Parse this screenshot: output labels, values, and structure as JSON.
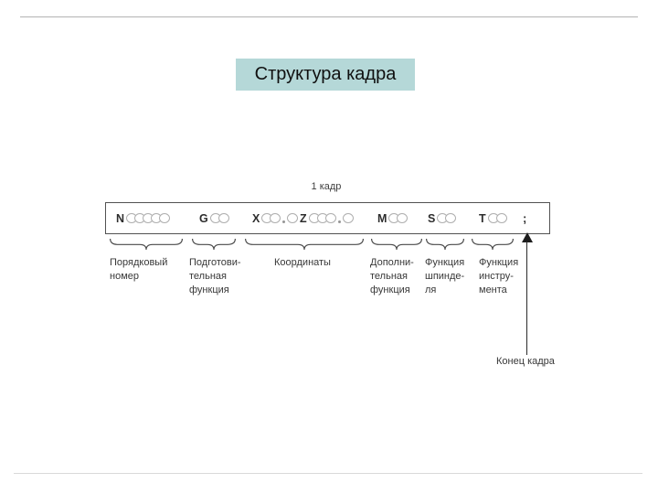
{
  "slide": {
    "title": "Структура кадра"
  },
  "frame": {
    "caption": "1 кадр",
    "segments": [
      {
        "letter": "N",
        "pattern": "ooooo"
      },
      {
        "letter": "G",
        "pattern": "oo"
      },
      {
        "letter": "X",
        "pattern": "oo.o"
      },
      {
        "letter": "Z",
        "pattern": "ooo.o"
      },
      {
        "letter": "M",
        "pattern": "oo"
      },
      {
        "letter": "S",
        "pattern": "oo"
      },
      {
        "letter": "T",
        "pattern": "oo"
      }
    ],
    "end_symbol": ";"
  },
  "groups": [
    {
      "name": "sequence-number",
      "lines": [
        "Порядковый",
        "номер"
      ]
    },
    {
      "name": "preparatory-function",
      "lines": [
        "Подготови-",
        "тельная",
        "функция"
      ]
    },
    {
      "name": "coordinates",
      "lines": [
        "Координаты"
      ]
    },
    {
      "name": "additional-function",
      "lines": [
        "Дополни-",
        "тельная",
        "функция"
      ]
    },
    {
      "name": "spindle-function",
      "lines": [
        "Функция",
        "шпинде-",
        "ля"
      ]
    },
    {
      "name": "tool-function",
      "lines": [
        "Функция",
        "инстру-",
        "мента"
      ]
    }
  ],
  "end_of_frame_label": "Конец кадра",
  "colors": {
    "title_bg": "#b5d8d8",
    "top_rule": "#b3b3b3",
    "bottom_rule": "#d9d9d9",
    "diagram_ink": "#4a4a4a"
  }
}
